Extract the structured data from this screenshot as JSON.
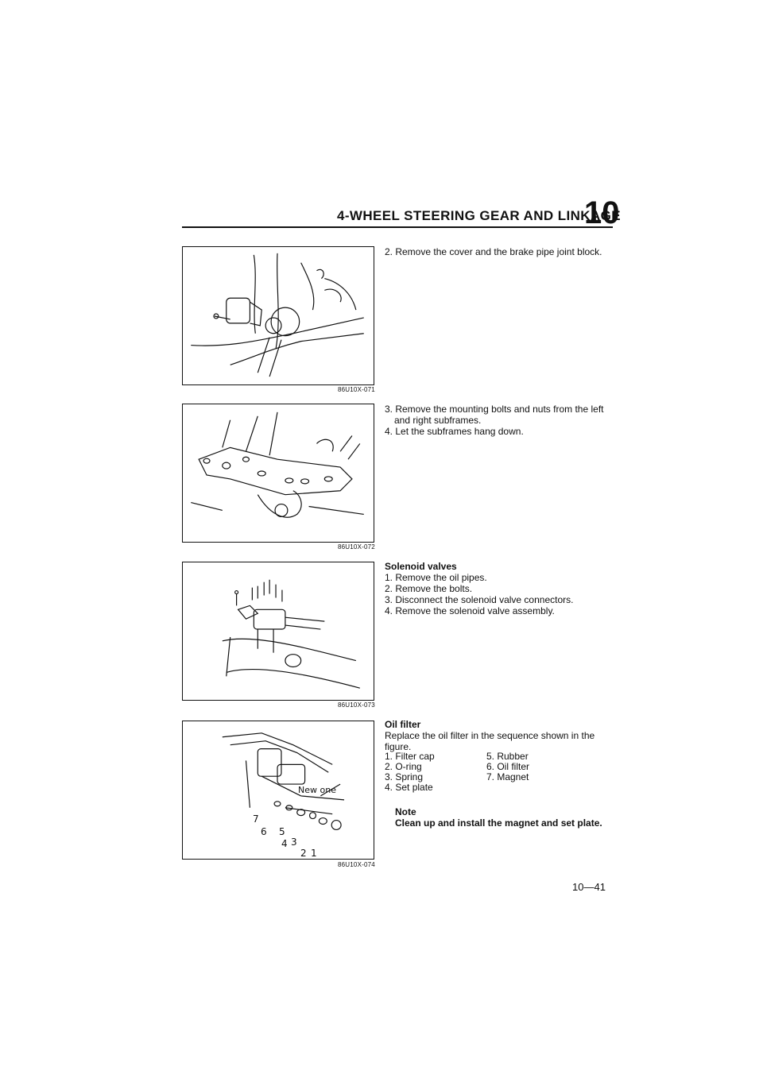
{
  "header": {
    "title": "4-WHEEL STEERING GEAR AND LINKAGE",
    "section_number": "10"
  },
  "figures": [
    {
      "code": "86U10X-071"
    },
    {
      "code": "86U10X-072"
    },
    {
      "code": "86U10X-073"
    },
    {
      "code": "86U10X-074",
      "callout_label": "New one",
      "callout_numbers": [
        "7",
        "6",
        "5",
        "4",
        "3",
        "2",
        "1"
      ]
    }
  ],
  "steps_block1": [
    "2. Remove the cover and the brake pipe joint block."
  ],
  "steps_block2": [
    "3. Remove the mounting bolts and nuts from the left",
    "and right subframes.",
    "4. Let the subframes hang down."
  ],
  "solenoid": {
    "heading": "Solenoid valves",
    "steps": [
      "1. Remove the oil pipes.",
      "2. Remove the bolts.",
      "3. Disconnect the solenoid valve connectors.",
      "4. Remove the solenoid valve assembly."
    ]
  },
  "oil_filter": {
    "heading": "Oil filter",
    "intro_line1": "Replace the oil filter in the sequence shown in the",
    "intro_line2": "figure.",
    "parts_left": [
      "1. Filter cap",
      "2. O-ring",
      "3. Spring",
      "4. Set plate"
    ],
    "parts_right": [
      "5. Rubber",
      "6. Oil filter",
      "7. Magnet"
    ],
    "note_title": "Note",
    "note_body": "Clean up and install the magnet and set plate."
  },
  "page_number": "10—41"
}
